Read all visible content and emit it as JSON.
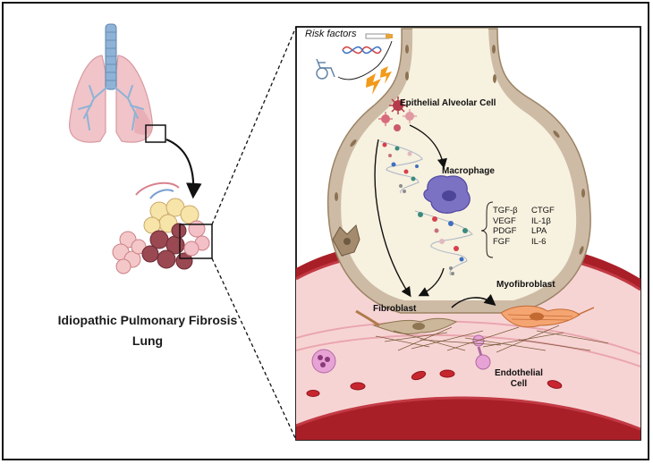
{
  "figure": {
    "title_line1": "Idiopathic Pulmonary Fibrosis",
    "title_line2": "Lung",
    "risk_factors_label": "Risk factors"
  },
  "labels": {
    "epithelial": "Epithelial Alveolar Cell",
    "macrophage": "Macrophage",
    "fibroblast": "Fibroblast",
    "myofibroblast": "Myofibroblast",
    "endothelial_line1": "Endothelial",
    "endothelial_line2": "Cell"
  },
  "factors": {
    "left": [
      "TGF-β",
      "VEGF",
      "PDGF",
      "FGF"
    ],
    "right": [
      "CTGF",
      "IL-1β",
      "LPA",
      "IL-6"
    ]
  },
  "colors": {
    "lung_pink": "#f0c4c8",
    "trachea_blue": "#8fb3d6",
    "alveolar_wall": "#cdbba6",
    "alveolar_lumen": "#f7f1df",
    "vessel_red": "#a91f28",
    "blood_pink": "#f7d4d4",
    "macrophage_purple": "#7b72c4",
    "myofibroblast_orange": "#f5a572",
    "lightning_orange": "#f29a1a"
  }
}
